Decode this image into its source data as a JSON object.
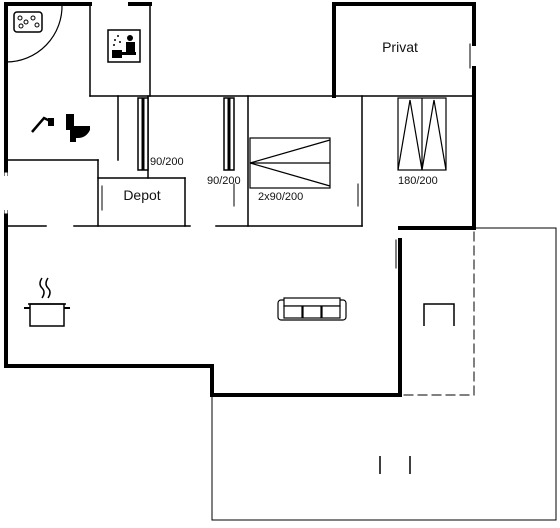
{
  "rooms": {
    "privat": "Privat",
    "depot": "Depot"
  },
  "beds": {
    "bed_a": "90/200",
    "bed_b": "90/200",
    "bed_c": "2x90/200",
    "bed_d": "180/200"
  },
  "icons": {
    "spa": "spa-icon",
    "sauna": "sauna-icon",
    "shower": "shower-icon",
    "toilet": "toilet-icon",
    "kitchen": "cooking-pot-icon",
    "sofa": "sofa-icon",
    "chair": "chair-icon"
  },
  "colors": {
    "wall": "#000000",
    "line": "#000000",
    "background": "#ffffff"
  }
}
